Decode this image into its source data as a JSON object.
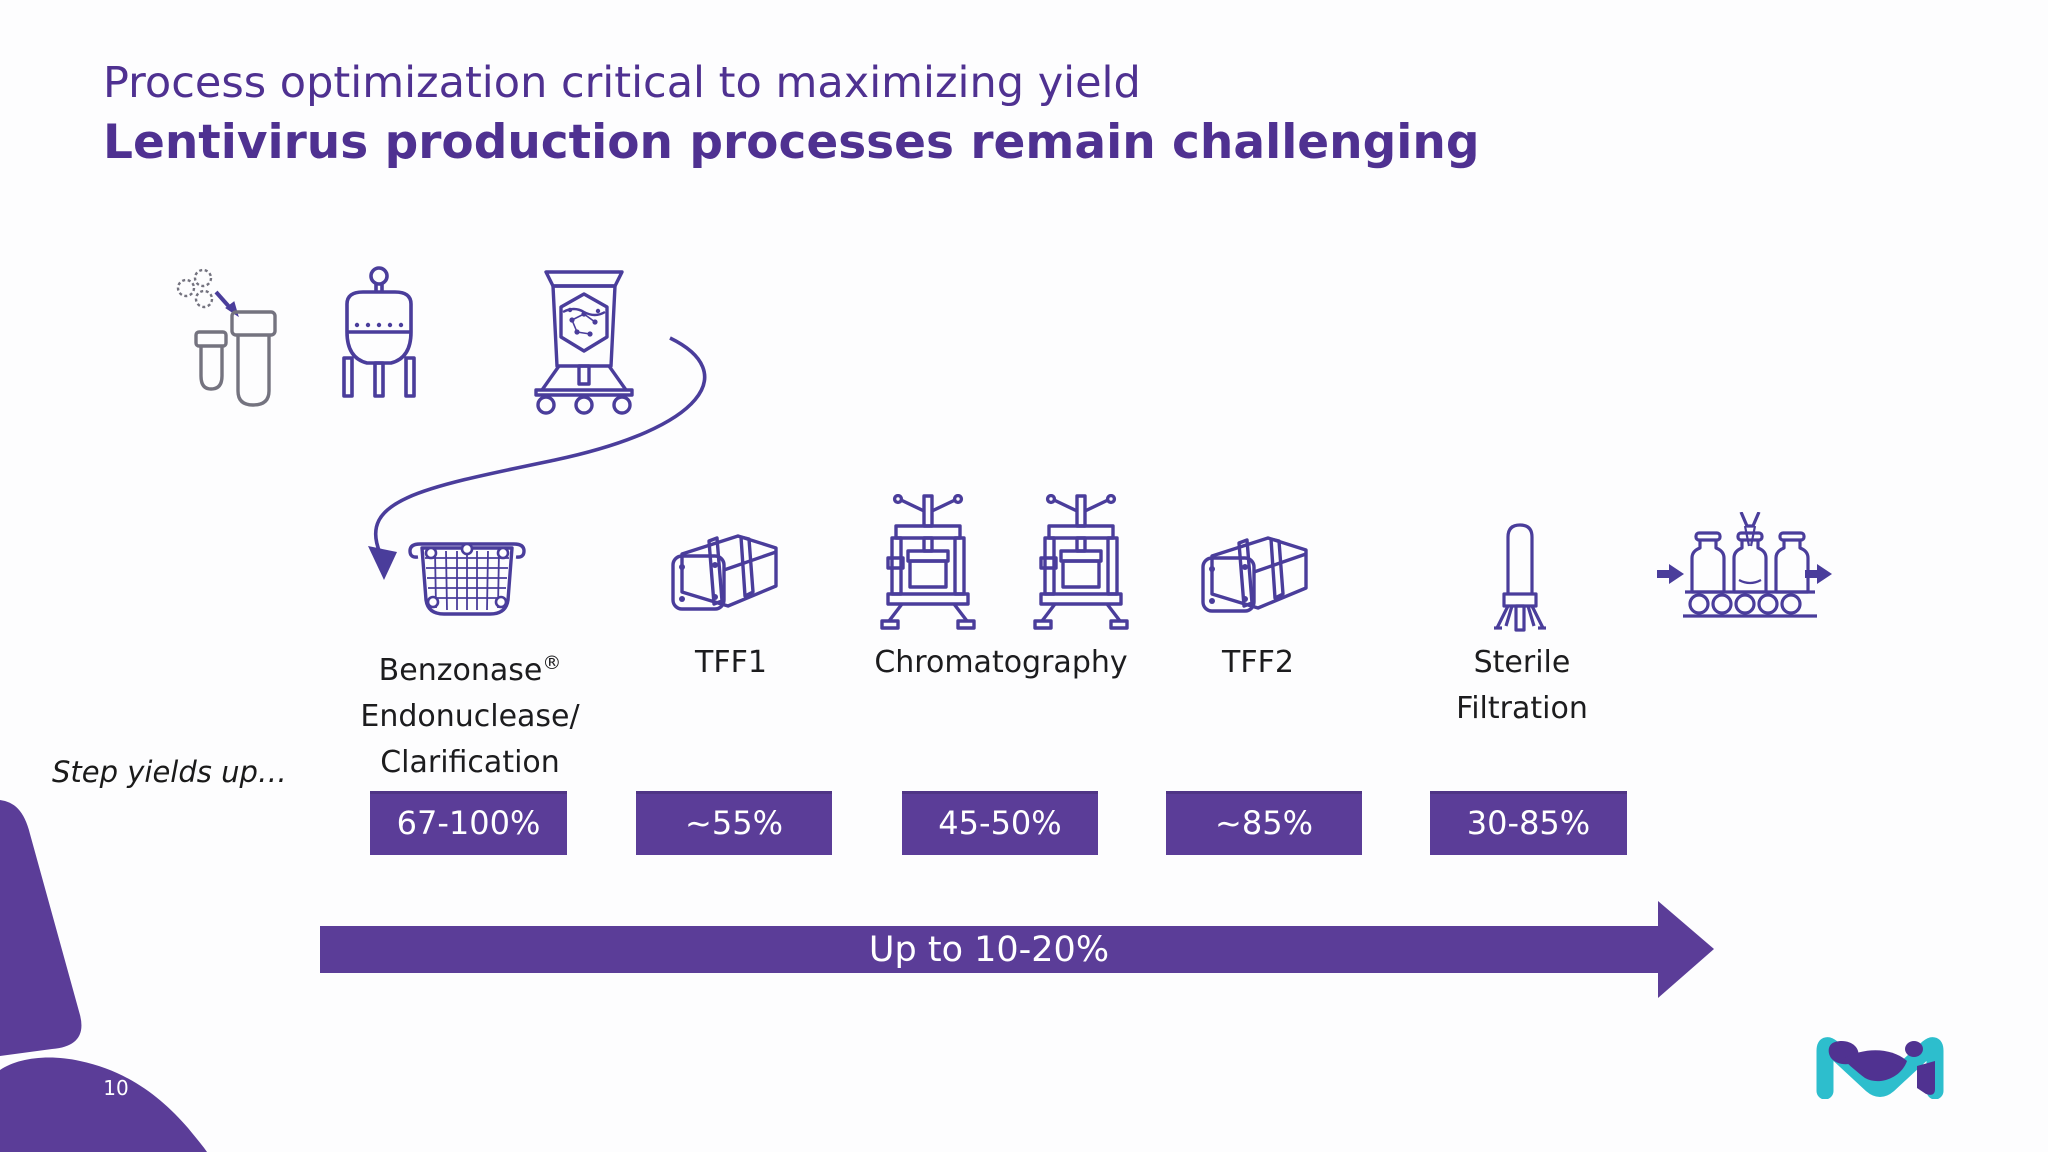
{
  "slide": {
    "title": {
      "line1": "Process optimization critical to maximizing yield",
      "line2": "Lentivirus production processes remain challenging"
    },
    "page_number": "10",
    "step_yields_caption": "Step yields up…",
    "overall_arrow_label": "Up to 10-20%",
    "upstream_icons": [
      "virus-transfection-tubes",
      "stirred-tank-bioreactor",
      "single-use-mixer-bag"
    ],
    "steps": [
      {
        "name": "Benzonase",
        "reg_mark": "®",
        "line2": "Endonuclease/",
        "line3": "Clarification",
        "yield": "67-100%",
        "icon": "depth-filter-basket"
      },
      {
        "name": "TFF1",
        "yield": "~55%",
        "icon": "tff-cassette"
      },
      {
        "name": "Chromatography",
        "yield": "45-50%",
        "icon": "chromatography-press"
      },
      {
        "name": "TFF2",
        "yield": "~85%",
        "icon": "tff-cassette"
      },
      {
        "name": "Sterile",
        "line2": "Filtration",
        "yield": "30-85%",
        "icon": "sterile-filter-capsule"
      }
    ],
    "fill_finish_icon": "vials-on-conveyor",
    "logo": "merck-m-logo",
    "colors": {
      "brand_purple": "#4f3191",
      "solid_purple": "#5b3d98",
      "icon_stroke": "#4a3d9b",
      "teal": "#2dbecd",
      "gray_stroke": "#74737f",
      "text": "#1c1c1e",
      "background": "#fdfdfe"
    }
  }
}
